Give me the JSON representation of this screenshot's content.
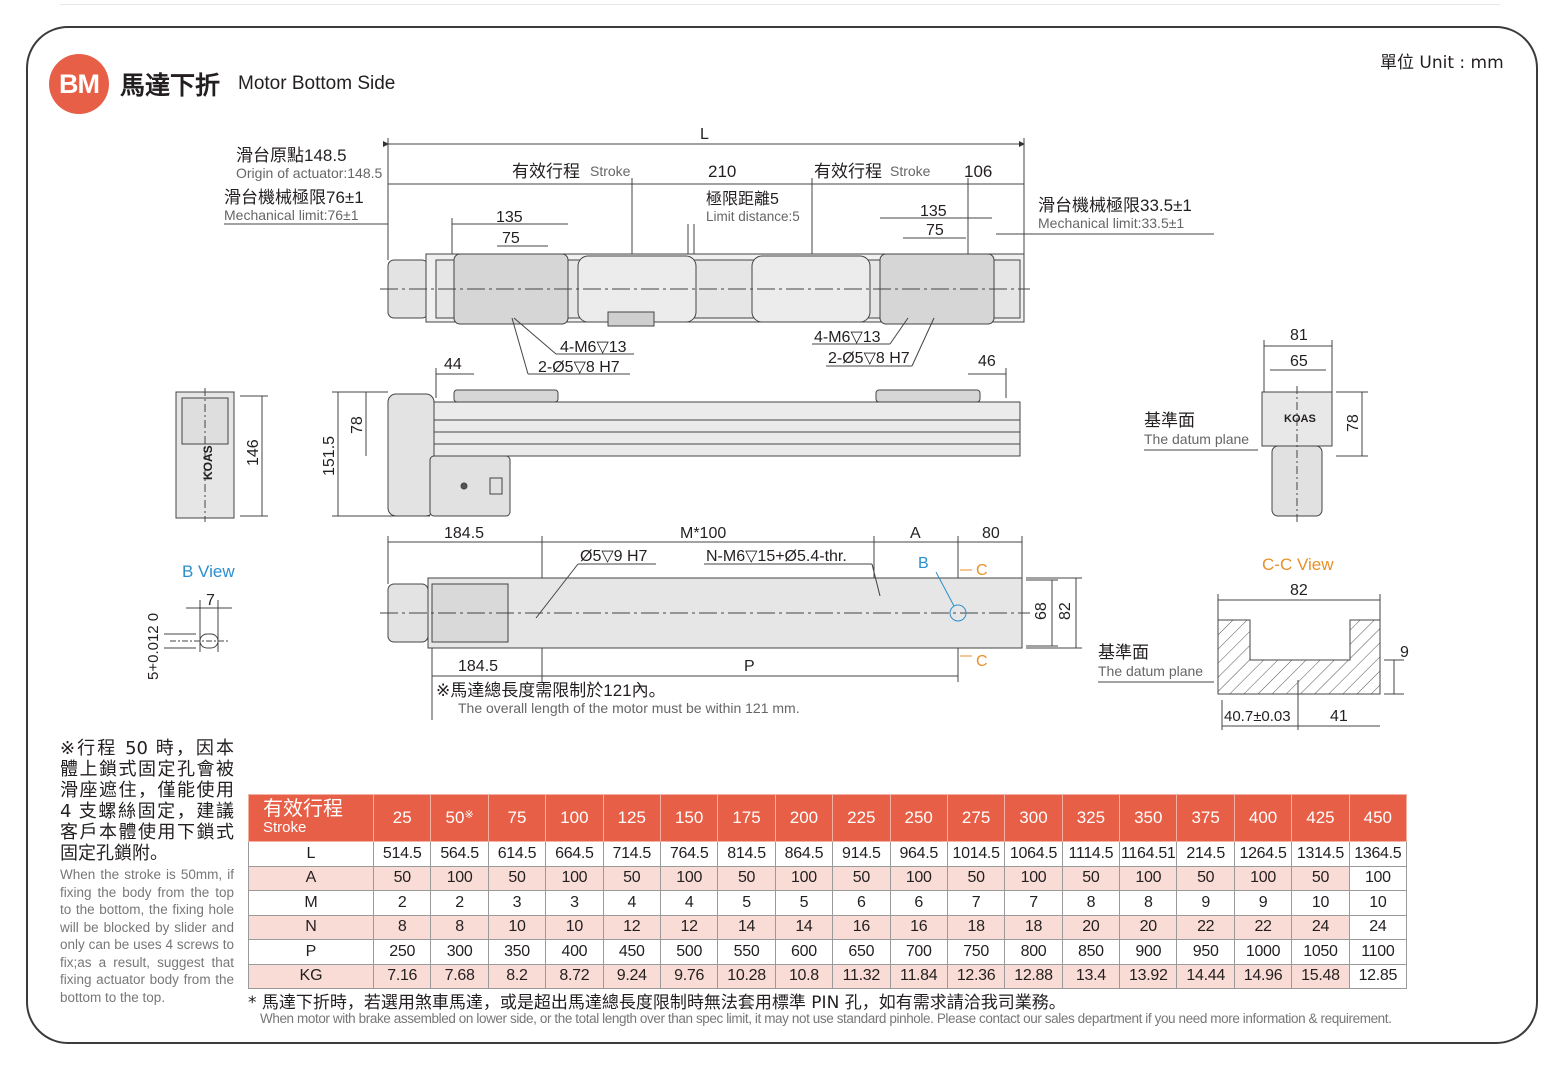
{
  "header": {
    "badge": "BM",
    "title_zh": "馬達下折",
    "title_en": "Motor Bottom Side",
    "unit": "單位 Unit : mm"
  },
  "dims": {
    "L": "L",
    "stroke_zh": "有效行程",
    "stroke_en": "Stroke",
    "d210": "210",
    "d106": "106",
    "origin_zh": "滑台原點148.5",
    "origin_en": "Origin of actuator:148.5",
    "mech_left_zh": "滑台機械極限76±1",
    "mech_left_en": "Mechanical limit:76±1",
    "limit_zh": "極限距離5",
    "limit_en": "Limit distance:5",
    "mech_right_zh": "滑台機械極限33.5±1",
    "mech_right_en": "Mechanical limit:33.5±1",
    "d135": "135",
    "d75": "75",
    "screw_m6": "4-M6▽13",
    "pin_hole": "2-Ø5▽8 H7",
    "d44": "44",
    "d46": "46",
    "d78": "78",
    "d151_5": "151.5",
    "d146": "146",
    "d81": "81",
    "d65": "65",
    "datum_zh": "基準面",
    "datum_en": "The datum plane",
    "d184_5": "184.5",
    "m100": "M*100",
    "A": "A",
    "d80": "80",
    "hole_5_9": "Ø5▽9 H7",
    "n_m6": "N-M6▽15+Ø5.4-thr.",
    "B": "B",
    "C": "C",
    "d68": "68",
    "d82": "82",
    "P": "P",
    "motor_note_zh": "※馬達總長度需限制於121內。",
    "motor_note_en": "The overall length of the motor must be within 121 mm.",
    "b_view": "B View",
    "d7": "7",
    "tol": "5+0.012 0",
    "cc_view": "C-C View",
    "d9": "9",
    "d40_7": "40.7±0.03",
    "d41": "41",
    "brand": "KOAS"
  },
  "side_note": {
    "zh": "※行程 50 時，因本體上鎖式固定孔會被滑座遮住，僅能使用 4 支螺絲固定，建議客戶本體使用下鎖式固定孔鎖附。",
    "en": "When the stroke is 50mm, if fixing the body from the top to the bottom, the fixing hole will be blocked by slider and only can be uses 4 screws to fix;as a result, suggest that fixing actuator body from the bottom to the top."
  },
  "table": {
    "stroke_zh": "有效行程",
    "stroke_en": "Stroke",
    "strokes": [
      "25",
      "50",
      "75",
      "100",
      "125",
      "150",
      "175",
      "200",
      "225",
      "250",
      "275",
      "300",
      "325",
      "350",
      "375",
      "400",
      "425",
      "450"
    ],
    "stroke_mark": "※",
    "rows": [
      {
        "label": "L",
        "values": [
          "514.5",
          "564.5",
          "614.5",
          "664.5",
          "714.5",
          "764.5",
          "814.5",
          "864.5",
          "914.5",
          "964.5",
          "1014.5",
          "1064.5",
          "1114.5",
          "1164.51",
          "214.5",
          "1264.5",
          "1314.5",
          "1364.5"
        ]
      },
      {
        "label": "A",
        "values": [
          "50",
          "100",
          "50",
          "100",
          "50",
          "100",
          "50",
          "100",
          "50",
          "100",
          "50",
          "100",
          "50",
          "100",
          "50",
          "100",
          "50",
          "100"
        ]
      },
      {
        "label": "M",
        "values": [
          "2",
          "2",
          "3",
          "3",
          "4",
          "4",
          "5",
          "5",
          "6",
          "6",
          "7",
          "7",
          "8",
          "8",
          "9",
          "9",
          "10",
          "10"
        ]
      },
      {
        "label": "N",
        "values": [
          "8",
          "8",
          "10",
          "10",
          "12",
          "12",
          "14",
          "14",
          "16",
          "16",
          "18",
          "18",
          "20",
          "20",
          "22",
          "22",
          "24",
          "24"
        ]
      },
      {
        "label": "P",
        "values": [
          "250",
          "300",
          "350",
          "400",
          "450",
          "500",
          "550",
          "600",
          "650",
          "700",
          "750",
          "800",
          "850",
          "900",
          "950",
          "1000",
          "1050",
          "1100"
        ]
      },
      {
        "label": "KG",
        "values": [
          "7.16",
          "7.68",
          "8.2",
          "8.72",
          "9.24",
          "9.76",
          "10.28",
          "10.8",
          "11.32",
          "11.84",
          "12.36",
          "12.88",
          "13.4",
          "13.92",
          "14.44",
          "14.96",
          "15.48",
          "12.85"
        ]
      }
    ]
  },
  "footer": {
    "zh": "* 馬達下折時，若選用煞車馬達，或是超出馬達總長度限制時無法套用標準 PIN 孔，如有需求請洽我司業務。",
    "en": "When motor with brake assembled on lower side, or the total length over than spec limit, it may not use standard pinhole. Please contact our sales department if you need more information & requirement."
  },
  "colors": {
    "accent": "#e85f47",
    "pink": "#f9dcd5",
    "orange": "#e8912a",
    "blue": "#2a8fd0",
    "body_gray": "#dcdcdc"
  }
}
